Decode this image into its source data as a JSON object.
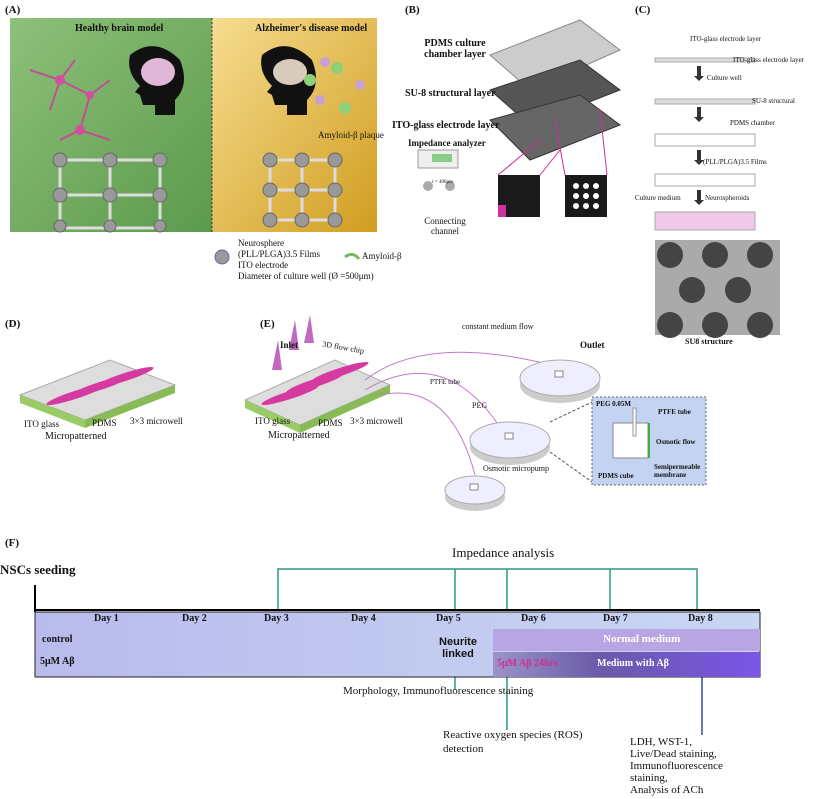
{
  "panelA": {
    "label": "(A)",
    "healthy_title": "Healthy brain model",
    "ad_title": "Alzheimer's disease model",
    "plaque_label": "Amyloid-β plaque",
    "legend": {
      "neurosphere": "Neurosphere",
      "films": "(PLL/PLGA)3.5 Films",
      "ito": "ITO electrode",
      "diameter": "Diameter of culture well (Ø =500μm)",
      "amyloid": "Amyloid-β"
    }
  },
  "panelB": {
    "label": "(B)",
    "pdms": "PDMS culture chamber layer",
    "su8": "SU-8 structural layer",
    "ito": "ITO-glass electrode layer",
    "analyzer": "Impedance analyzer",
    "channel": "Connecting channel",
    "spacing": "r = 400μm"
  },
  "panelC": {
    "label": "(C)",
    "steps": [
      "ITO-glass electrode layer",
      "ITO-glass electrode layer",
      "Culture well",
      "SU-8 structural",
      "PDMS chamber",
      "(PLL/PLGA)3.5 Films",
      "Culture medium",
      "Neurospheroids"
    ],
    "image_caption": "SU8 structure"
  },
  "panelD": {
    "label": "(D)",
    "ito": "ITO glass",
    "pdms": "PDMS",
    "micro": "Micropatterned",
    "well": "3×3 microwell"
  },
  "panelE": {
    "label": "(E)",
    "inlet": "Inlet",
    "outlet": "Outlet",
    "flow": "constant medium flow",
    "chip": "3D flow chip",
    "ptfe": "PTFE tube",
    "peg": "PEG",
    "pump": "Osmotic micropump",
    "ito": "ITO glass",
    "pdms": "PDMS",
    "micro": "Micropatterned",
    "well": "3×3 microwell",
    "inset": {
      "peg": "PEG 0.05M",
      "ptfe": "PTFE tube",
      "flow": "Osmotic flow",
      "cube": "PDMS cube",
      "membrane": "Semipermeable membrane"
    }
  },
  "panelF": {
    "label": "(F)",
    "seeding": "NSCs seeding",
    "impedance": "Impedance analysis",
    "days": [
      "Day 1",
      "Day 2",
      "Day 3",
      "Day 4",
      "Day 5",
      "Day 6",
      "Day 7",
      "Day 8"
    ],
    "control": "control",
    "abeta": "5μM Aβ",
    "neurite": "Neurite linked",
    "normal": "Normal medium",
    "abeta24": "5μM Aβ 24hrs",
    "medium_ab": "Medium with Aβ",
    "out1": "Morphology, Immunofluorescence staining",
    "out2": "Reactive oxygen species (ROS) detection",
    "out3": [
      "LDH, WST-1,",
      "Live/Dead staining,",
      "Immunofluorescence",
      "staining,",
      "Analysis of ACh"
    ]
  },
  "colors": {
    "green": "#7fb35f",
    "gold": "#e2b23a",
    "magenta": "#d0308f",
    "teal": "#2a9a8a",
    "timeline": "#c4c8f0",
    "purple": "#7a55e8"
  }
}
